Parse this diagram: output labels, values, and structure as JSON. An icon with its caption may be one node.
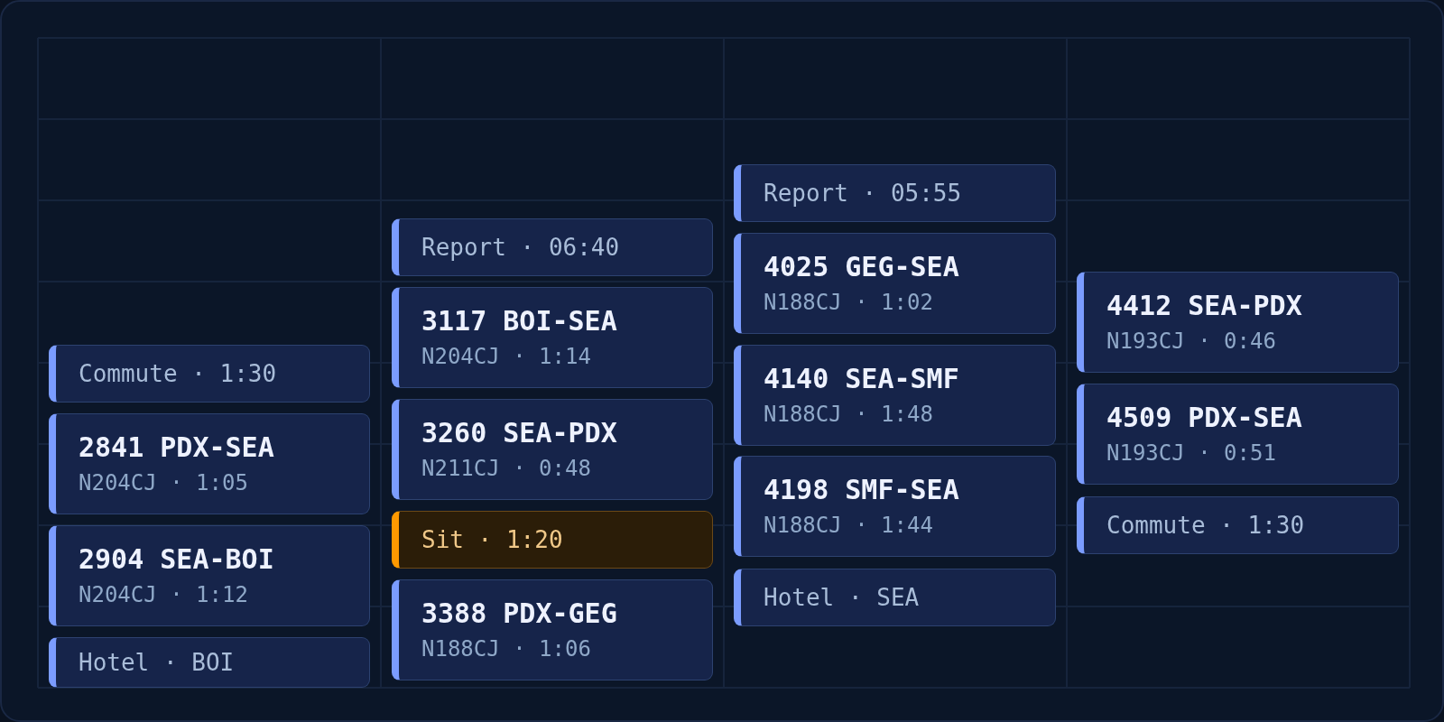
{
  "diagram": {
    "nodes": [
      {
        "text": [
          "Commute · 1:30"
        ]
      },
      {
        "text": [
          "2841 PDX-SEA",
          "N204CJ · 1:05"
        ]
      },
      {
        "text": [
          "2904 SEA-BOI",
          "N204CJ · 1:12"
        ]
      },
      {
        "text": [
          "Hotel · BOI"
        ]
      },
      {
        "text": [
          "Report · 06:40"
        ]
      },
      {
        "text": [
          "3117 BOI-SEA",
          "N204CJ · 1:14"
        ]
      },
      {
        "text": [
          "3260 SEA-PDX",
          "N211CJ · 0:48"
        ]
      },
      {
        "text": [
          "Sit · 1:20"
        ]
      },
      {
        "text": [
          "3388 PDX-GEG",
          "N188CJ · 1:06"
        ]
      },
      {
        "text": [
          "Report · 05:55"
        ]
      },
      {
        "text": [
          "4025 GEG-SEA",
          "N188CJ · 1:02"
        ]
      },
      {
        "text": [
          "4140 SEA-SMF",
          "N188CJ · 1:48"
        ]
      },
      {
        "text": [
          "4198 SMF-SEA",
          "N188CJ · 1:44"
        ]
      },
      {
        "text": [
          "Hotel · SEA"
        ]
      },
      {
        "text": [
          "4412 SEA-PDX",
          "N193CJ · 0:46"
        ]
      },
      {
        "text": [
          "4509 PDX-SEA",
          "N193CJ · 0:51"
        ]
      },
      {
        "text": [
          "Commute · 1:30"
        ]
      }
    ],
    "edges": []
  }
}
